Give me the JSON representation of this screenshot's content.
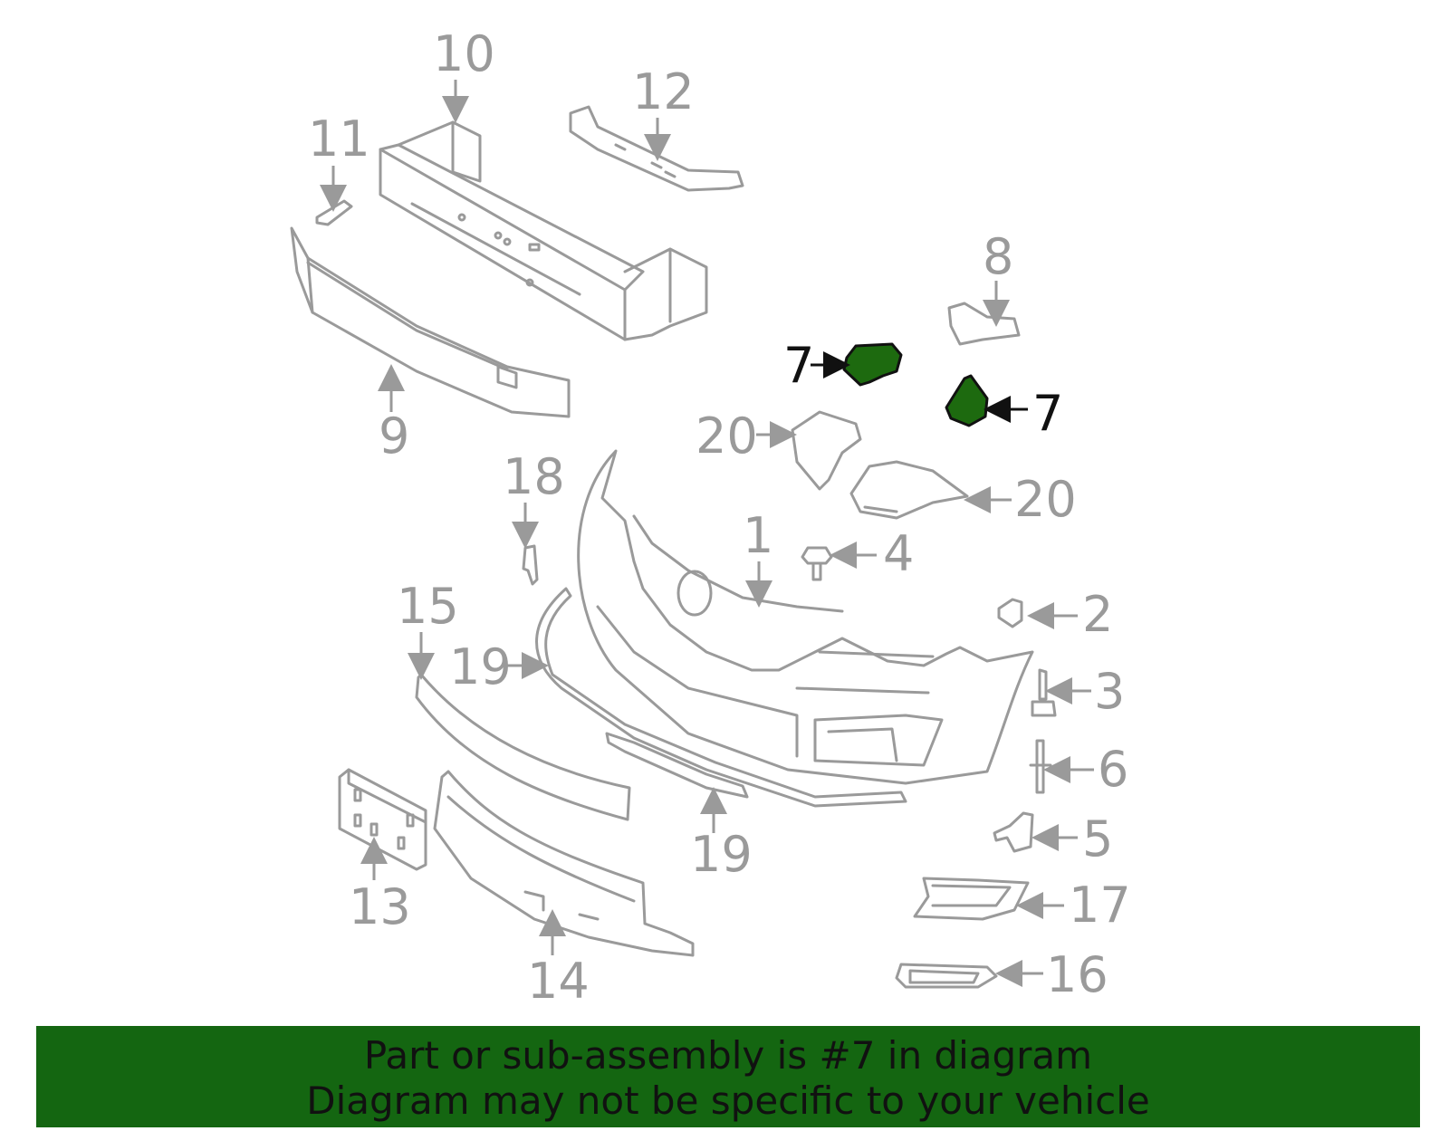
{
  "colors": {
    "banner_bg": "#146611",
    "highlight_fill": "#1d6a0f",
    "part_stroke": "#9a9a9a",
    "highlight_stroke": "#111111"
  },
  "callouts": {
    "c1": "1",
    "c2": "2",
    "c3": "3",
    "c4": "4",
    "c5": "5",
    "c6": "6",
    "c7a": "7",
    "c7b": "7",
    "c8": "8",
    "c9": "9",
    "c10": "10",
    "c11": "11",
    "c12": "12",
    "c13": "13",
    "c14": "14",
    "c15": "15",
    "c16": "16",
    "c17": "17",
    "c18": "18",
    "c19a": "19",
    "c19b": "19",
    "c20a": "20",
    "c20b": "20"
  },
  "banner": {
    "line1": "Part or sub-assembly is #7 in diagram",
    "line2": "Diagram may not be specific to your vehicle"
  }
}
